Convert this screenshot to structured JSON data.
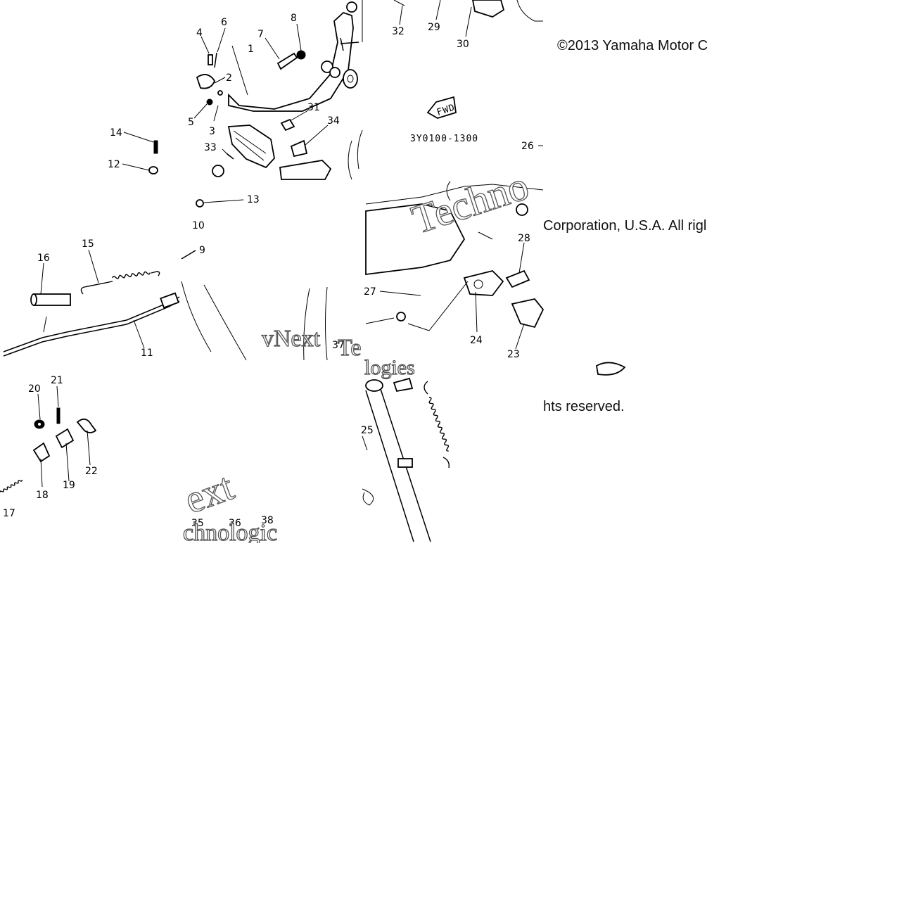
{
  "copyright": {
    "line1": "©2013 Yamaha Motor C",
    "line2": "Corporation, U.S.A. All rigl",
    "line3": "hts reserved."
  },
  "diagram_code": "3Y0100-1300",
  "fwd_label": "FWD",
  "watermarks": [
    "Techno",
    "vNext",
    "Te",
    "logies",
    "ext",
    "chnologic"
  ],
  "callouts": [
    "1",
    "2",
    "3",
    "4",
    "5",
    "6",
    "7",
    "8",
    "9",
    "10",
    "11",
    "12",
    "13",
    "14",
    "15",
    "16",
    "17",
    "18",
    "19",
    "20",
    "21",
    "22",
    "23",
    "24",
    "25",
    "26",
    "27",
    "28",
    "29",
    "30",
    "31",
    "32",
    "33",
    "34",
    "35",
    "36",
    "37",
    "38"
  ]
}
